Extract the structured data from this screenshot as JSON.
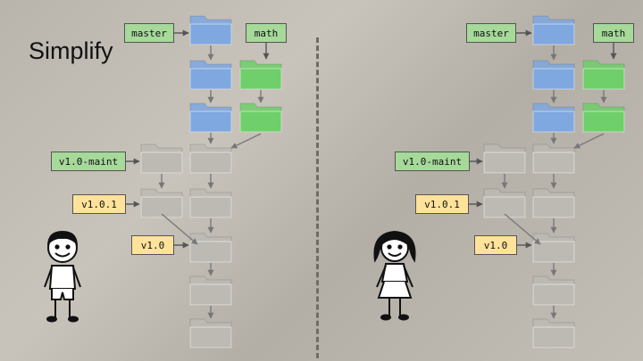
{
  "title": "Simplify",
  "labels": {
    "master": "master",
    "math": "math",
    "maint": "v1.0-maint",
    "v101": "v1.0.1",
    "v10": "v1.0"
  },
  "colors": {
    "blue_folder": "#7fa8e0",
    "green_folder": "#6fcf6a",
    "gray_folder": "#bdbab4",
    "green_label": "#a6d99a",
    "yellow_label": "#ffe39a"
  },
  "figures": {
    "left": "boy-stick-figure",
    "right": "girl-stick-figure"
  }
}
